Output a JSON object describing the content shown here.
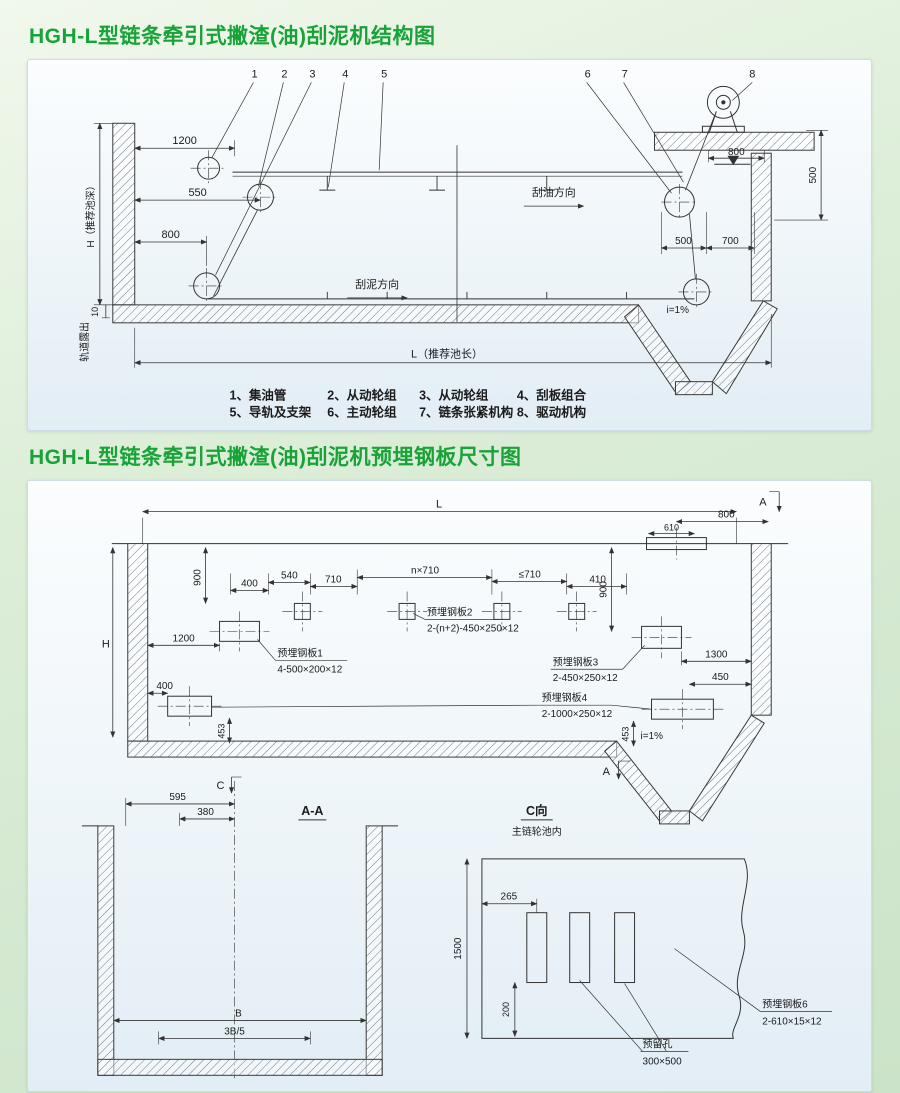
{
  "page": {
    "title1": "HGH-L型链条牵引式撇渣(油)刮泥机结构图",
    "title2": "HGH-L型链条牵引式撇渣(油)刮泥机预埋钢板尺寸图"
  },
  "colors": {
    "title_green": "#18a338",
    "line": "#333333",
    "panel_bg": "#eef5f9",
    "page_bg": "#d9ecd6"
  },
  "d1": {
    "callout1": "1",
    "callout2": "2",
    "callout3": "3",
    "callout4": "4",
    "callout5": "5",
    "callout6": "6",
    "callout7": "7",
    "callout8": "8",
    "dim_1200": "1200",
    "dim_550": "550",
    "dim_800_left": "800",
    "dim_500_right": "500",
    "dim_700_right": "700",
    "dim_800_top": "800",
    "dim_500_vert": "500",
    "dim_10": "10",
    "depth_label": "H（推荐池深）",
    "rail_label": "轨道露出",
    "length_label": "L（推荐池长）",
    "slope_label": "i=1%",
    "oil_dir": "刮油方向",
    "mud_dir": "刮泥方向",
    "legend1": "1、集油管",
    "legend2": "2、从动轮组",
    "legend3": "3、从动轮组",
    "legend4": "4、刮板组合",
    "legend5": "5、导轨及支架",
    "legend6": "6、主动轮组",
    "legend7": "7、链条张紧机构",
    "legend8": "8、驱动机构"
  },
  "d2": {
    "dim_L": "L",
    "marker_A_top": "A",
    "marker_A_bottom": "A",
    "dim_800": "800",
    "dim_610": "610",
    "dim_900_left": "900",
    "dim_400_top": "400",
    "dim_540": "540",
    "dim_710": "710",
    "dim_n710": "n×710",
    "dim_le710": "≤710",
    "dim_410": "410",
    "dim_900_right": "900",
    "dim_1200": "1200",
    "dim_1300": "1300",
    "dim_450": "450",
    "dim_400_bottom": "400",
    "dim_453_left": "453",
    "dim_453_right": "453",
    "slope_label": "i=1%",
    "dim_H": "H",
    "plate1_name": "预埋钢板1",
    "plate1_spec": "4-500×200×12",
    "plate2_name": "预埋钢板2",
    "plate2_spec": "2-(n+2)-450×250×12",
    "plate3_name": "预埋钢板3",
    "plate3_spec": "2-450×250×12",
    "plate4_name": "预埋钢板4",
    "plate4_spec": "2-1000×250×12"
  },
  "d3": {
    "marker_C": "C",
    "dim_595": "595",
    "dim_380": "380",
    "section_label": "A-A",
    "dim_B": "B",
    "dim_3B5": "3B/5"
  },
  "d4": {
    "view_label": "C向",
    "view_sub": "主链轮池内",
    "dim_1500": "1500",
    "dim_265": "265",
    "dim_200": "200",
    "hole_name": "预留孔",
    "hole_spec": "300×500",
    "plate6_name": "预埋钢板6",
    "plate6_spec": "2-610×15×12"
  }
}
